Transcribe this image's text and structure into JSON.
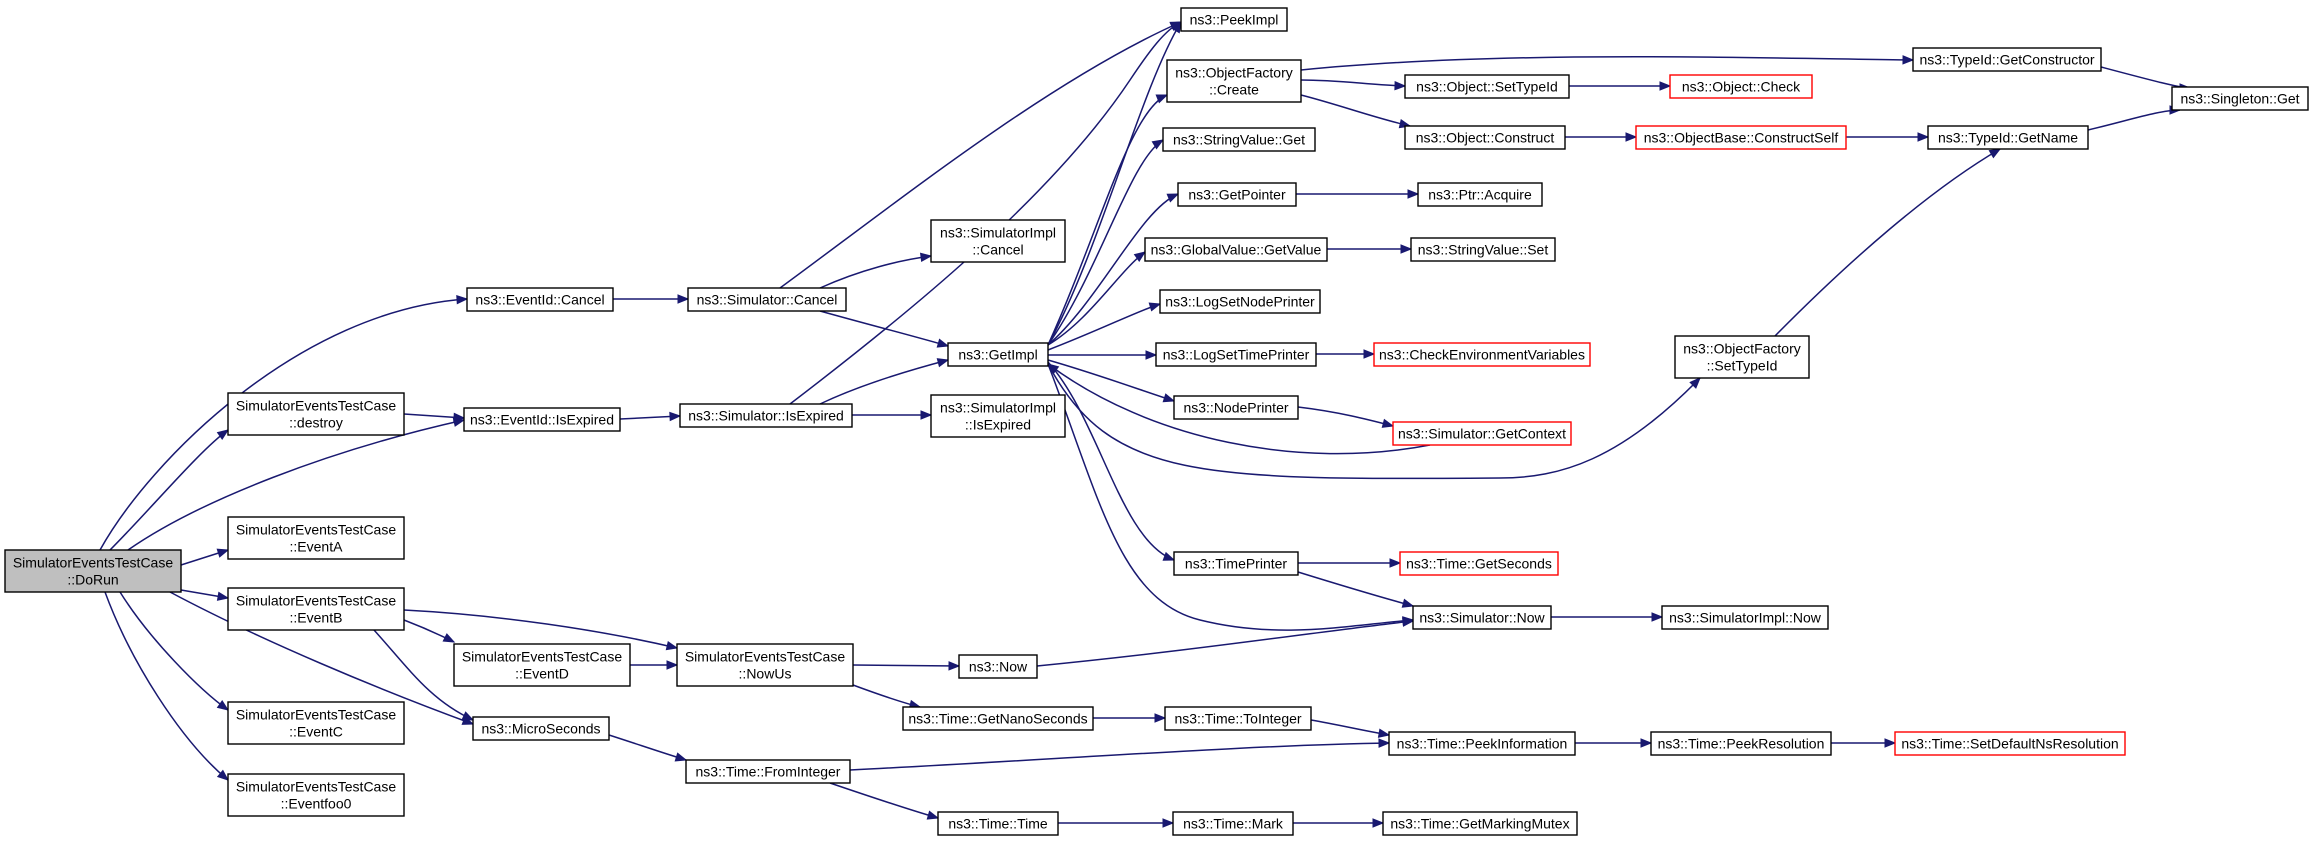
{
  "colors": {
    "edge": "#191970",
    "node_border": "#000000",
    "highlight_border": "#ff0000",
    "root_fill": "#bfbfbf",
    "background": "#ffffff"
  },
  "nodes": [
    {
      "id": "dorun",
      "lines": [
        "SimulatorEventsTestCase",
        "::DoRun"
      ],
      "style": "root"
    },
    {
      "id": "destroy",
      "lines": [
        "SimulatorEventsTestCase",
        "::destroy"
      ],
      "style": "normal"
    },
    {
      "id": "eventa",
      "lines": [
        "SimulatorEventsTestCase",
        "::EventA"
      ],
      "style": "normal"
    },
    {
      "id": "eventb",
      "lines": [
        "SimulatorEventsTestCase",
        "::EventB"
      ],
      "style": "normal"
    },
    {
      "id": "eventc",
      "lines": [
        "SimulatorEventsTestCase",
        "::EventC"
      ],
      "style": "normal"
    },
    {
      "id": "eventfoo0",
      "lines": [
        "SimulatorEventsTestCase",
        "::Eventfoo0"
      ],
      "style": "normal"
    },
    {
      "id": "eventid_cancel",
      "lines": [
        "ns3::EventId::Cancel"
      ],
      "style": "normal"
    },
    {
      "id": "eventid_isexpired",
      "lines": [
        "ns3::EventId::IsExpired"
      ],
      "style": "normal"
    },
    {
      "id": "eventd",
      "lines": [
        "SimulatorEventsTestCase",
        "::EventD"
      ],
      "style": "normal"
    },
    {
      "id": "microseconds",
      "lines": [
        "ns3::MicroSeconds"
      ],
      "style": "normal"
    },
    {
      "id": "sim_cancel",
      "lines": [
        "ns3::Simulator::Cancel"
      ],
      "style": "normal"
    },
    {
      "id": "sim_isexpired",
      "lines": [
        "ns3::Simulator::IsExpired"
      ],
      "style": "normal"
    },
    {
      "id": "nowus",
      "lines": [
        "SimulatorEventsTestCase",
        "::NowUs"
      ],
      "style": "normal"
    },
    {
      "id": "fromint",
      "lines": [
        "ns3::Time::FromInteger"
      ],
      "style": "normal"
    },
    {
      "id": "simimpl_cancel",
      "lines": [
        "ns3::SimulatorImpl",
        "::Cancel"
      ],
      "style": "normal"
    },
    {
      "id": "getimpl",
      "lines": [
        "ns3::GetImpl"
      ],
      "style": "normal"
    },
    {
      "id": "simimpl_isexpired",
      "lines": [
        "ns3::SimulatorImpl",
        "::IsExpired"
      ],
      "style": "normal"
    },
    {
      "id": "ns3now",
      "lines": [
        "ns3::Now"
      ],
      "style": "normal"
    },
    {
      "id": "getnano",
      "lines": [
        "ns3::Time::GetNanoSeconds"
      ],
      "style": "normal"
    },
    {
      "id": "timetime",
      "lines": [
        "ns3::Time::Time"
      ],
      "style": "normal"
    },
    {
      "id": "peekimpl",
      "lines": [
        "ns3::PeekImpl"
      ],
      "style": "normal"
    },
    {
      "id": "of_create",
      "lines": [
        "ns3::ObjectFactory",
        "::Create"
      ],
      "style": "normal"
    },
    {
      "id": "sv_get",
      "lines": [
        "ns3::StringValue::Get"
      ],
      "style": "normal"
    },
    {
      "id": "getpointer",
      "lines": [
        "ns3::GetPointer"
      ],
      "style": "normal"
    },
    {
      "id": "gv_getvalue",
      "lines": [
        "ns3::GlobalValue::GetValue"
      ],
      "style": "normal"
    },
    {
      "id": "lognode",
      "lines": [
        "ns3::LogSetNodePrinter"
      ],
      "style": "normal"
    },
    {
      "id": "logtime",
      "lines": [
        "ns3::LogSetTimePrinter"
      ],
      "style": "normal"
    },
    {
      "id": "nodeprinter",
      "lines": [
        "ns3::NodePrinter"
      ],
      "style": "normal"
    },
    {
      "id": "timeprinter",
      "lines": [
        "ns3::TimePrinter"
      ],
      "style": "normal"
    },
    {
      "id": "tointeger",
      "lines": [
        "ns3::Time::ToInteger"
      ],
      "style": "normal"
    },
    {
      "id": "mark",
      "lines": [
        "ns3::Time::Mark"
      ],
      "style": "normal"
    },
    {
      "id": "obj_settypeid",
      "lines": [
        "ns3::Object::SetTypeId"
      ],
      "style": "normal"
    },
    {
      "id": "obj_construct",
      "lines": [
        "ns3::Object::Construct"
      ],
      "style": "normal"
    },
    {
      "id": "ptr_acquire",
      "lines": [
        "ns3::Ptr::Acquire"
      ],
      "style": "normal"
    },
    {
      "id": "sv_set",
      "lines": [
        "ns3::StringValue::Set"
      ],
      "style": "normal"
    },
    {
      "id": "checkenv",
      "lines": [
        "ns3::CheckEnvironmentVariables"
      ],
      "style": "red"
    },
    {
      "id": "getcontext",
      "lines": [
        "ns3::Simulator::GetContext"
      ],
      "style": "red"
    },
    {
      "id": "getseconds",
      "lines": [
        "ns3::Time::GetSeconds"
      ],
      "style": "red"
    },
    {
      "id": "sim_now",
      "lines": [
        "ns3::Simulator::Now"
      ],
      "style": "normal"
    },
    {
      "id": "peekinfo",
      "lines": [
        "ns3::Time::PeekInformation"
      ],
      "style": "normal"
    },
    {
      "id": "getmarking",
      "lines": [
        "ns3::Time::GetMarkingMutex"
      ],
      "style": "normal"
    },
    {
      "id": "obj_check",
      "lines": [
        "ns3::Object::Check"
      ],
      "style": "red"
    },
    {
      "id": "constructself",
      "lines": [
        "ns3::ObjectBase::ConstructSelf"
      ],
      "style": "red"
    },
    {
      "id": "of_settypeid",
      "lines": [
        "ns3::ObjectFactory",
        "::SetTypeId"
      ],
      "style": "normal"
    },
    {
      "id": "simimpl_now",
      "lines": [
        "ns3::SimulatorImpl::Now"
      ],
      "style": "normal"
    },
    {
      "id": "peekres",
      "lines": [
        "ns3::Time::PeekResolution"
      ],
      "style": "normal"
    },
    {
      "id": "tid_getctor",
      "lines": [
        "ns3::TypeId::GetConstructor"
      ],
      "style": "normal"
    },
    {
      "id": "tid_getname",
      "lines": [
        "ns3::TypeId::GetName"
      ],
      "style": "normal"
    },
    {
      "id": "setdefres",
      "lines": [
        "ns3::Time::SetDefaultNsResolution"
      ],
      "style": "red"
    },
    {
      "id": "singleton",
      "lines": [
        "ns3::Singleton::Get"
      ],
      "style": "normal"
    }
  ],
  "edges": [
    {
      "from": "dorun",
      "to": "eventid_cancel"
    },
    {
      "from": "dorun",
      "to": "destroy"
    },
    {
      "from": "dorun",
      "to": "eventid_isexpired"
    },
    {
      "from": "dorun",
      "to": "eventa"
    },
    {
      "from": "dorun",
      "to": "eventb"
    },
    {
      "from": "dorun",
      "to": "microseconds"
    },
    {
      "from": "dorun",
      "to": "eventc"
    },
    {
      "from": "dorun",
      "to": "eventfoo0"
    },
    {
      "from": "destroy",
      "to": "eventid_isexpired"
    },
    {
      "from": "eventb",
      "to": "nowus"
    },
    {
      "from": "eventb",
      "to": "eventd"
    },
    {
      "from": "eventb",
      "to": "microseconds"
    },
    {
      "from": "eventd",
      "to": "nowus"
    },
    {
      "from": "eventid_cancel",
      "to": "sim_cancel"
    },
    {
      "from": "eventid_isexpired",
      "to": "sim_isexpired"
    },
    {
      "from": "sim_cancel",
      "to": "peekimpl"
    },
    {
      "from": "sim_cancel",
      "to": "simimpl_cancel"
    },
    {
      "from": "sim_cancel",
      "to": "getimpl"
    },
    {
      "from": "sim_isexpired",
      "to": "getimpl"
    },
    {
      "from": "sim_isexpired",
      "to": "simimpl_isexpired"
    },
    {
      "from": "sim_isexpired",
      "to": "peekimpl"
    },
    {
      "from": "microseconds",
      "to": "fromint"
    },
    {
      "from": "nowus",
      "to": "ns3now"
    },
    {
      "from": "nowus",
      "to": "getnano"
    },
    {
      "from": "fromint",
      "to": "peekinfo"
    },
    {
      "from": "fromint",
      "to": "timetime"
    },
    {
      "from": "getimpl",
      "to": "peekimpl"
    },
    {
      "from": "getimpl",
      "to": "of_create"
    },
    {
      "from": "getimpl",
      "to": "sv_get"
    },
    {
      "from": "getimpl",
      "to": "getpointer"
    },
    {
      "from": "getimpl",
      "to": "gv_getvalue"
    },
    {
      "from": "getimpl",
      "to": "lognode"
    },
    {
      "from": "getimpl",
      "to": "logtime"
    },
    {
      "from": "getimpl",
      "to": "nodeprinter"
    },
    {
      "from": "getimpl",
      "to": "timeprinter"
    },
    {
      "from": "getimpl",
      "to": "sim_now"
    },
    {
      "from": "getimpl",
      "to": "of_settypeid"
    },
    {
      "from": "getcontext",
      "to": "getimpl"
    },
    {
      "from": "ns3now",
      "to": "sim_now"
    },
    {
      "from": "getnano",
      "to": "tointeger"
    },
    {
      "from": "tointeger",
      "to": "peekinfo"
    },
    {
      "from": "timetime",
      "to": "mark"
    },
    {
      "from": "mark",
      "to": "getmarking"
    },
    {
      "from": "of_create",
      "to": "tid_getctor"
    },
    {
      "from": "of_create",
      "to": "obj_settypeid"
    },
    {
      "from": "of_create",
      "to": "obj_construct"
    },
    {
      "from": "getpointer",
      "to": "ptr_acquire"
    },
    {
      "from": "gv_getvalue",
      "to": "sv_set"
    },
    {
      "from": "logtime",
      "to": "checkenv"
    },
    {
      "from": "nodeprinter",
      "to": "getcontext"
    },
    {
      "from": "timeprinter",
      "to": "getseconds"
    },
    {
      "from": "timeprinter",
      "to": "sim_now"
    },
    {
      "from": "sim_now",
      "to": "simimpl_now"
    },
    {
      "from": "peekinfo",
      "to": "peekres"
    },
    {
      "from": "peekres",
      "to": "setdefres"
    },
    {
      "from": "obj_settypeid",
      "to": "obj_check"
    },
    {
      "from": "obj_construct",
      "to": "constructself"
    },
    {
      "from": "constructself",
      "to": "tid_getname"
    },
    {
      "from": "of_settypeid",
      "to": "tid_getname"
    },
    {
      "from": "tid_getctor",
      "to": "singleton"
    },
    {
      "from": "tid_getname",
      "to": "singleton"
    }
  ]
}
